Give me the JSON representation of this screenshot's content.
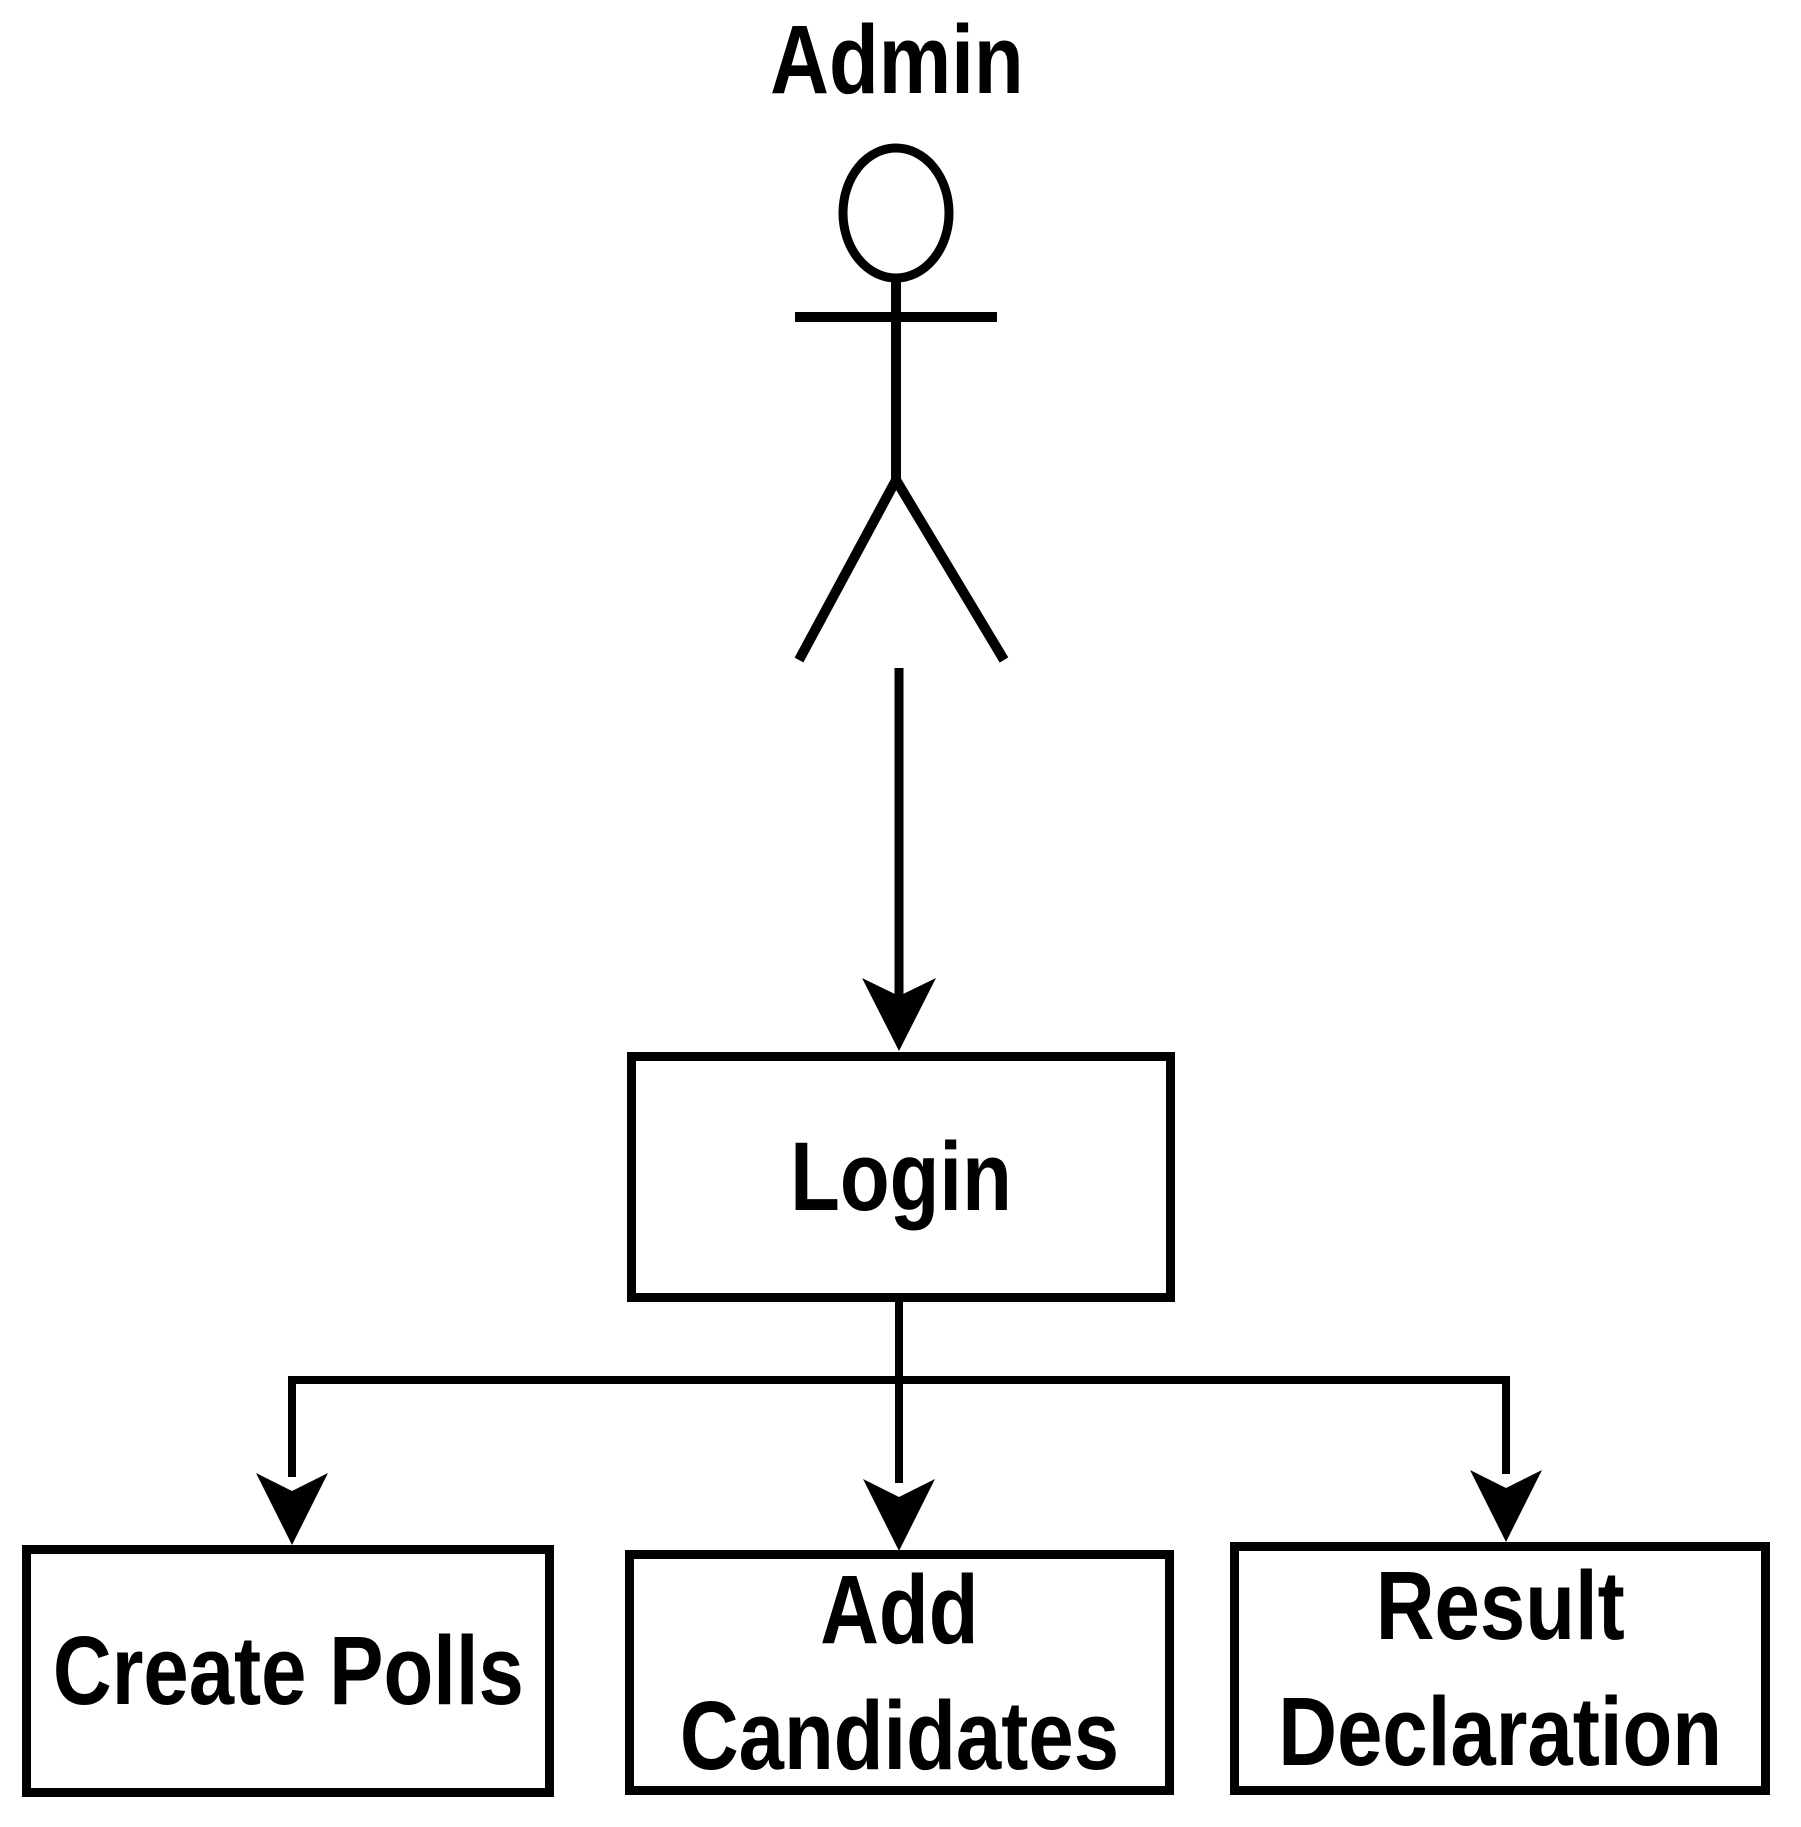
{
  "diagram": {
    "actor": {
      "name": "Admin"
    },
    "nodes": {
      "login": {
        "label": "Login"
      },
      "create_polls": {
        "label": "Create Polls"
      },
      "add_candidates": {
        "line1": "Add",
        "line2": "Candidates"
      },
      "result_declaration": {
        "line1": "Result",
        "line2": "Declaration"
      }
    },
    "colors": {
      "stroke": "#000000",
      "background": "#ffffff"
    }
  }
}
